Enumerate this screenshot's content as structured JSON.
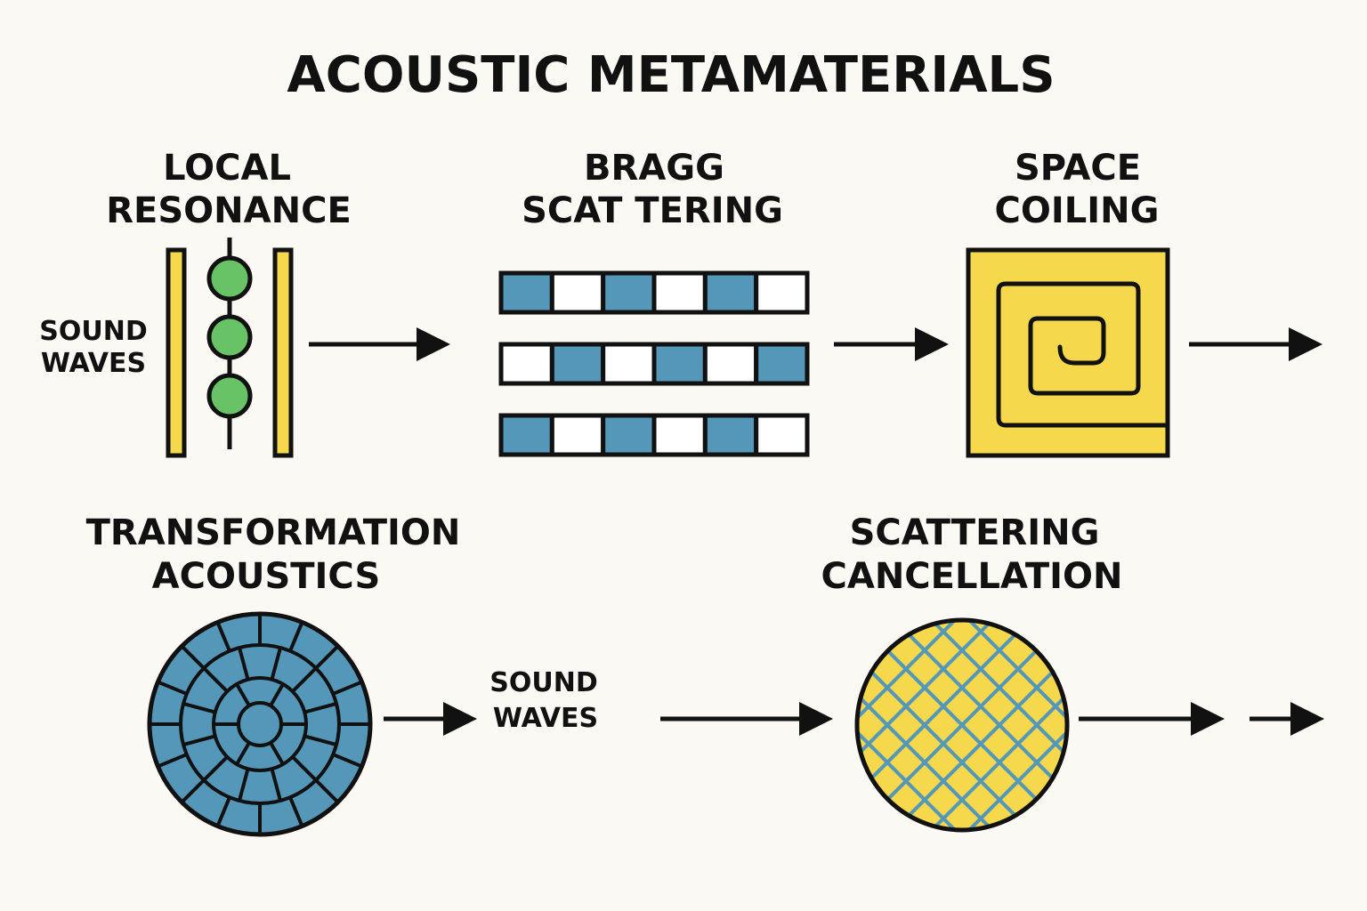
{
  "title": "ACOUSTIC METAMATERIALS",
  "colors": {
    "background": "#fbf9f4",
    "ink": "#111111",
    "yellow": "#f5d84c",
    "blue": "#5597b9",
    "green": "#67c366"
  },
  "panels": {
    "local_resonance": {
      "title_line1": "LOCAL",
      "title_line2": "RESONANCE",
      "label_line1": "SOUND",
      "label_line2": "WAVES"
    },
    "bragg_scattering": {
      "title_line1": "BRAGG",
      "title_line2": "SCAT TERING"
    },
    "space_coiling": {
      "title_line1": "SPACE",
      "title_line2": "COILING"
    },
    "transformation_acoustics": {
      "title_line1": "TRANSFORMATION",
      "title_line2": "ACOUSTICS",
      "label_line1": "SOUND",
      "label_line2": "WAVES"
    },
    "scattering_cancellation": {
      "title_line1": "SCATTERING",
      "title_line2": "CANCELLATION"
    }
  },
  "icons": [
    "resonator-icon",
    "bragg-lattice-icon",
    "coiled-channel-icon",
    "cloak-disk-icon",
    "cancellation-disk-icon",
    "arrow-right-icon"
  ]
}
